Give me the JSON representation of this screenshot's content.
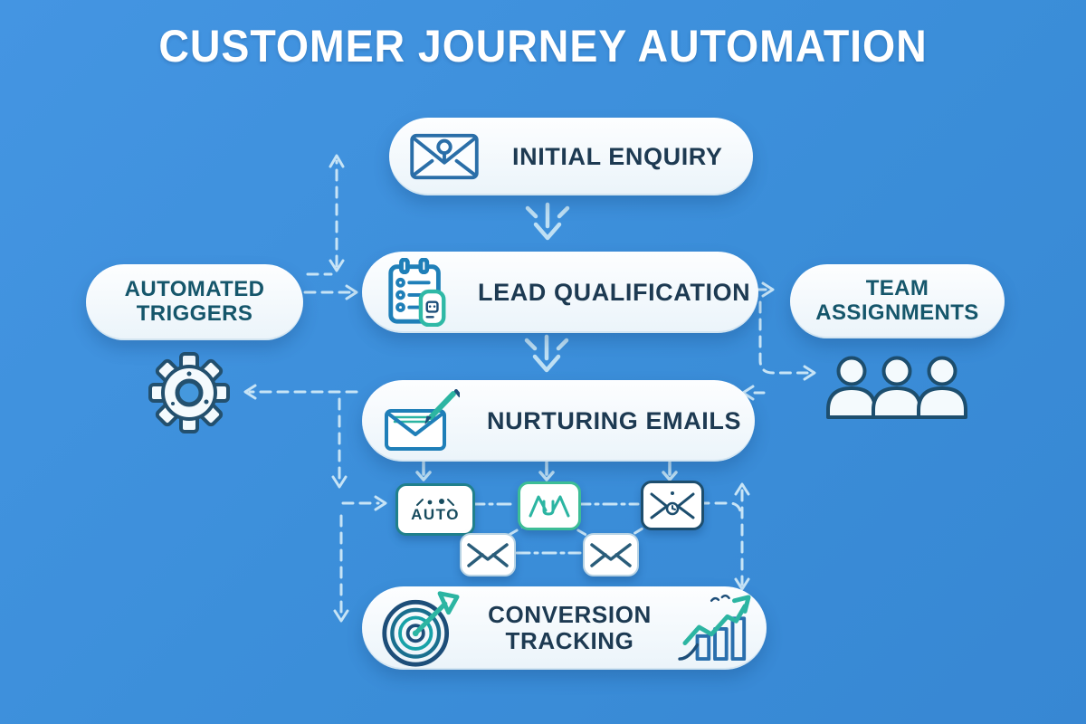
{
  "title": "CUSTOMER JOURNEY AUTOMATION",
  "pills": {
    "initial_enquiry": {
      "label": "INITIAL ENQUIRY",
      "icon": "envelope-pin-icon"
    },
    "lead_qualification": {
      "label": "LEAD QUALIFICATION",
      "icon": "clipboard-checklist-icon"
    },
    "automated_triggers": {
      "label": "AUTOMATED TRIGGERS"
    },
    "team_assignments": {
      "label": "TEAM ASSIGNMENTS"
    },
    "nurturing_emails": {
      "label": "NURTURING EMAILS",
      "icon": "envelope-pencil-icon"
    },
    "conversion_tracking": {
      "label": "CONVERSION TRACKING",
      "icons": [
        "target-dart-icon",
        "bar-chart-growth-icon"
      ]
    }
  },
  "mini_nodes": {
    "auto_box": {
      "label": "AUTO",
      "icon": "robot-face-icon"
    },
    "email_teal": {
      "icon": "envelope-burst-icon"
    },
    "email_clock": {
      "icon": "envelope-clock-icon"
    },
    "email_left": {
      "icon": "envelope-icon"
    },
    "email_right": {
      "icon": "envelope-icon"
    }
  },
  "side_icons": {
    "left": {
      "icon": "gear-icon"
    },
    "right": {
      "icon": "person-icon",
      "count": 3
    }
  },
  "edges": [
    {
      "from": "initial_enquiry",
      "to": "lead_qualification",
      "style": "solid-arrow-down"
    },
    {
      "from": "lead_qualification",
      "to": "nurturing_emails",
      "style": "solid-arrow-down"
    },
    {
      "from": "lead_qualification",
      "to": "team_assignments",
      "style": "dashed-arrow"
    },
    {
      "from": "lead_qualification",
      "to": "team-members",
      "style": "dashed-arrow"
    },
    {
      "from": "automated_triggers",
      "to": "initial_enquiry",
      "style": "dashed-double-arrow"
    },
    {
      "from": "nurturing_emails",
      "to": "gear",
      "style": "dashed-arrow"
    },
    {
      "from": "nurturing_emails",
      "to": "auto_box",
      "style": "dashed-arrow"
    },
    {
      "from": "nurturing_emails",
      "to": "email_teal",
      "style": "solid-arrow-down"
    },
    {
      "from": "nurturing_emails",
      "to": "email_clock",
      "style": "solid-arrow-down"
    },
    {
      "from": "auto_box",
      "to": "email_left",
      "style": "dashed"
    },
    {
      "from": "email_teal",
      "to": "email_left",
      "style": "dashed"
    },
    {
      "from": "email_teal",
      "to": "email_right",
      "style": "dashed"
    },
    {
      "from": "email_clock",
      "to": "email_right",
      "style": "dashed"
    },
    {
      "from": "email_row",
      "to": "conversion_tracking",
      "style": "dashed-double-arrow"
    }
  ],
  "colors": {
    "background": "#3b8ed9",
    "pill_fill": "#f2f8fc",
    "pill_text": "#1d3a52",
    "side_pill_text": "#15566b",
    "title_text": "#ffffff",
    "connector": "#c7e4f6",
    "icon_blue": "#2a6ea8",
    "icon_teal": "#2cb5a2",
    "icon_navy": "#1d4e79",
    "auto_border": "#20808c",
    "teal_box_border": "#3dbd96"
  }
}
